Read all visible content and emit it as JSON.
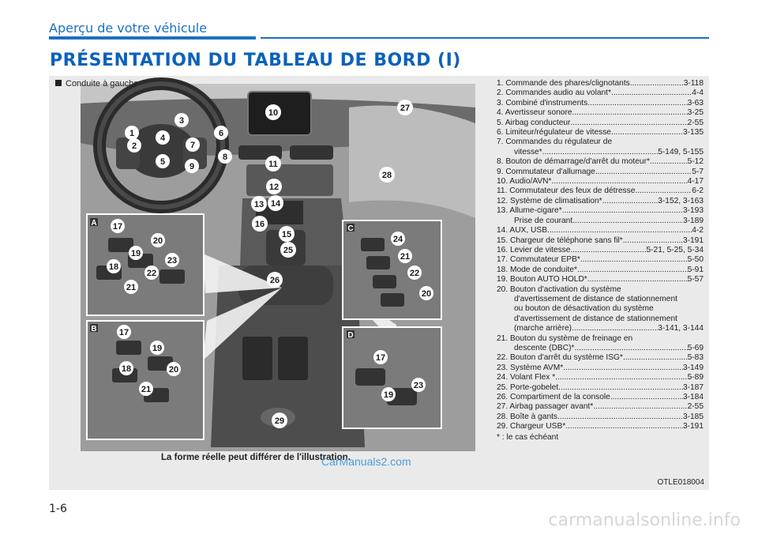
{
  "header": {
    "section_title": "Aperçu de votre véhicule",
    "main_title": "PRÉSENTATION DU TABLEAU DE BORD (I)"
  },
  "illustration": {
    "variant_label": "Conduite à gauche",
    "disclaimer": "La forme réelle peut différer de l'illustration.",
    "watermark": "CarManuals2.com",
    "code": "OTLE018004",
    "callouts": {
      "c1": "1",
      "c2": "2",
      "c3": "3",
      "c4": "4",
      "c5": "5",
      "c6": "6",
      "c7": "7",
      "c8": "8",
      "c9": "9",
      "c10": "10",
      "c11": "11",
      "c12": "12",
      "c13": "13",
      "c14": "14",
      "c15": "15",
      "c16": "16",
      "c25": "25",
      "c26": "26",
      "c27": "27",
      "c28": "28",
      "c29": "29"
    },
    "insets": {
      "A": {
        "letter": "A",
        "callouts": [
          "17",
          "20",
          "19",
          "18",
          "23",
          "22",
          "21"
        ]
      },
      "B": {
        "letter": "B",
        "callouts": [
          "17",
          "19",
          "18",
          "20",
          "21"
        ]
      },
      "C": {
        "letter": "C",
        "callouts": [
          "24",
          "21",
          "22",
          "20"
        ]
      },
      "D": {
        "letter": "D",
        "callouts": [
          "17",
          "19",
          "23"
        ]
      }
    }
  },
  "legend": {
    "items": [
      {
        "text": "1. Commande des phares/clignotants",
        "page": "3-118"
      },
      {
        "text": "2. Commandes audio au volant*",
        "page": "4-4"
      },
      {
        "text": "3. Combiné d'instruments",
        "page": "3-63"
      },
      {
        "text": "4. Avertisseur sonore",
        "page": "3-25"
      },
      {
        "text": "5. Airbag conducteur",
        "page": "2-55"
      },
      {
        "text": "6. Limiteur/régulateur de vitesse",
        "page": "3-135"
      }
    ],
    "item7_line1": "7. Commandes du régulateur de",
    "item7_line2": "vitesse*",
    "item7_page": "5-149, 5-155",
    "items2": [
      {
        "text": "8. Bouton de démarrage/d'arrêt du moteur*",
        "page": "5-12"
      },
      {
        "text": "9. Commutateur d'allumage",
        "page": "5-7"
      },
      {
        "text": "10. Audio/AVN*",
        "page": "4-17"
      },
      {
        "text": "11. Commutateur des feux de détresse",
        "page": "6-2"
      },
      {
        "text": "12. Système de climatisation*",
        "page": "3-152, 3-163"
      },
      {
        "text": "13. Allume-cigare*",
        "page": "3-193"
      }
    ],
    "item13_sub": {
      "text": "Prise de courant",
      "page": "3-189"
    },
    "items3": [
      {
        "text": "14. AUX, USB",
        "page": "4-2"
      },
      {
        "text": "15. Chargeur de téléphone sans fil*",
        "page": "3-191"
      },
      {
        "text": "16. Levier de vitesse",
        "page": "5-21, 5-25, 5-34"
      },
      {
        "text": "17. Commutateur EPB*",
        "page": "5-50"
      },
      {
        "text": "18. Mode de conduite*",
        "page": "5-91"
      },
      {
        "text": "19. Bouton AUTO HOLD*",
        "page": "5-57"
      }
    ],
    "item20_lines": [
      "20. Bouton d'activation du système",
      "d'avertissement de distance de stationnement",
      "ou bouton de désactivation du système",
      "d'avertissement de distance de stationnement"
    ],
    "item20_last": "(marche arrière)",
    "item20_page": "3-141, 3-144",
    "item21_line1": "21. Bouton du système de freinage en",
    "item21_line2": "descente (DBC)*",
    "item21_page": "5-69",
    "items4": [
      {
        "text": "22. Bouton d'arrêt du système ISG*",
        "page": "5-83"
      },
      {
        "text": "23. Système AVM*",
        "page": "3-149"
      },
      {
        "text": "24. Volant Flex *",
        "page": "5-89"
      },
      {
        "text": "25. Porte-gobelet",
        "page": "3-187"
      },
      {
        "text": "26. Compartiment de la console",
        "page": "3-184"
      },
      {
        "text": "27. Airbag passager avant*",
        "page": "2-55"
      },
      {
        "text": "28. Boîte à gants",
        "page": "3-185"
      },
      {
        "text": "29. Chargeur USB*",
        "page": "3-191"
      }
    ],
    "footnote": "* : le cas échéant"
  },
  "footer": {
    "page_number": "1-6",
    "site_watermark": "carmanualsonline.info"
  }
}
